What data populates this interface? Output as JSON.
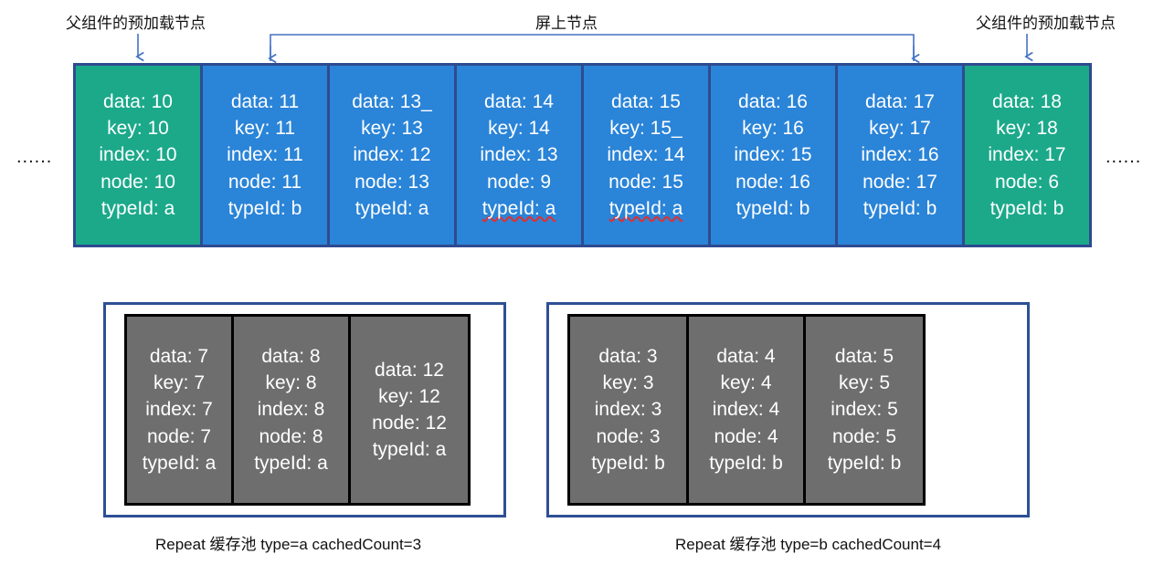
{
  "annotations": {
    "left_label": "父组件的预加载节点",
    "center_label": "屏上节点",
    "right_label": "父组件的预加载节点",
    "ellipsis_left": "......",
    "ellipsis_right": "......",
    "arrow_color": "#4472c4",
    "bracket_color": "#4472c4"
  },
  "colors": {
    "preload_card": "#1ba98a",
    "onscreen_card": "#2a84d8",
    "card_border": "#2e4b8f",
    "pool_border": "#2e4f94",
    "pool_card": "#6e6e6e",
    "pool_card_border": "#000000",
    "text_on_card": "#ffffff"
  },
  "main_row": {
    "cards": [
      {
        "kind": "preload",
        "color": "#1ba98a",
        "lines": [
          {
            "text": "data: 10"
          },
          {
            "text": "key: 10"
          },
          {
            "text": "index: 10"
          },
          {
            "text": "node: 10"
          },
          {
            "text": "typeId: a"
          }
        ]
      },
      {
        "kind": "onscreen",
        "color": "#2a84d8",
        "lines": [
          {
            "text": "data: 11"
          },
          {
            "text": "key: 11"
          },
          {
            "text": "index: 11"
          },
          {
            "text": "node: 11"
          },
          {
            "text": "typeId: b"
          }
        ]
      },
      {
        "kind": "onscreen",
        "color": "#2a84d8",
        "lines": [
          {
            "text": "data: 13_"
          },
          {
            "text": "key: 13"
          },
          {
            "text": "index: 12"
          },
          {
            "text": "node: 13"
          },
          {
            "text": "typeId: a"
          }
        ]
      },
      {
        "kind": "onscreen",
        "color": "#2a84d8",
        "lines": [
          {
            "text": "data: 14"
          },
          {
            "text": "key: 14"
          },
          {
            "text": "index: 13"
          },
          {
            "text": "node: 9"
          },
          {
            "text": "typeId: a",
            "spellcheck_underline": true
          }
        ]
      },
      {
        "kind": "onscreen",
        "color": "#2a84d8",
        "lines": [
          {
            "text": "data: 15"
          },
          {
            "text": "key: 15_"
          },
          {
            "text": "index: 14"
          },
          {
            "text": "node: 15"
          },
          {
            "text": "typeId: a",
            "spellcheck_underline": true
          }
        ]
      },
      {
        "kind": "onscreen",
        "color": "#2a84d8",
        "lines": [
          {
            "text": "data: 16"
          },
          {
            "text": "key: 16"
          },
          {
            "text": "index: 15"
          },
          {
            "text": "node: 16"
          },
          {
            "text": "typeId: b"
          }
        ]
      },
      {
        "kind": "onscreen",
        "color": "#2a84d8",
        "lines": [
          {
            "text": "data: 17"
          },
          {
            "text": "key: 17"
          },
          {
            "text": "index: 16"
          },
          {
            "text": "node: 17"
          },
          {
            "text": "typeId: b"
          }
        ]
      },
      {
        "kind": "preload",
        "color": "#1ba98a",
        "lines": [
          {
            "text": "data: 18"
          },
          {
            "text": "key: 18"
          },
          {
            "text": "index: 17"
          },
          {
            "text": "node: 6"
          },
          {
            "text": "typeId: b"
          }
        ]
      }
    ]
  },
  "pools": [
    {
      "id": "a",
      "caption": "Repeat 缓存池 type=a  cachedCount=3",
      "cards": [
        {
          "width": 117,
          "lines": [
            {
              "text": "data: 7"
            },
            {
              "text": "key: 7"
            },
            {
              "text": "index: 7"
            },
            {
              "text": "node: 7"
            },
            {
              "text": "typeId: a"
            }
          ]
        },
        {
          "width": 128,
          "lines": [
            {
              "text": "data: 8"
            },
            {
              "text": "key: 8"
            },
            {
              "text": "index: 8"
            },
            {
              "text": "node: 8"
            },
            {
              "text": "typeId: a"
            }
          ]
        },
        {
          "width": 128,
          "lines": [
            {
              "text": "data: 12"
            },
            {
              "text": "key: 12"
            },
            {
              "text": "node: 12"
            },
            {
              "text": "typeId: a"
            }
          ]
        }
      ]
    },
    {
      "id": "b",
      "caption": "Repeat 缓存池 type=b  cachedCount=4",
      "cards": [
        {
          "width": 130,
          "lines": [
            {
              "text": "data: 3"
            },
            {
              "text": "key: 3"
            },
            {
              "text": "index: 3"
            },
            {
              "text": "node: 3"
            },
            {
              "text": "typeId: b"
            }
          ]
        },
        {
          "width": 128,
          "lines": [
            {
              "text": "data: 4"
            },
            {
              "text": "key: 4"
            },
            {
              "text": "index: 4"
            },
            {
              "text": "node: 4"
            },
            {
              "text": "typeId: b"
            }
          ]
        },
        {
          "width": 128,
          "lines": [
            {
              "text": "data: 5"
            },
            {
              "text": "key: 5"
            },
            {
              "text": "index: 5"
            },
            {
              "text": "node: 5"
            },
            {
              "text": "typeId: b"
            }
          ]
        }
      ]
    }
  ]
}
